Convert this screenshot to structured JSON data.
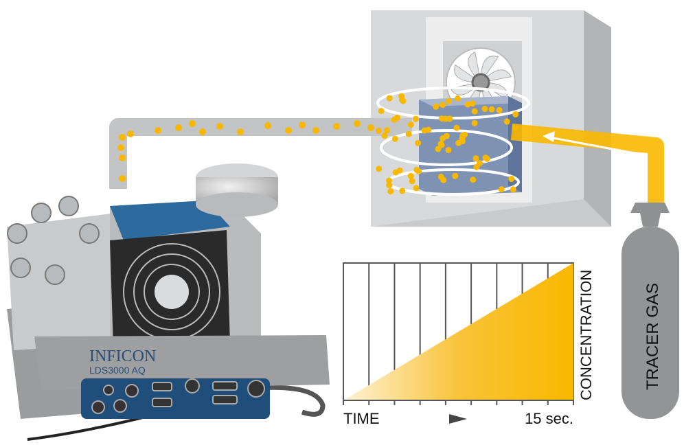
{
  "instrument": {
    "brand": "INFICON",
    "model": "LDS3000 AQ"
  },
  "gas_cylinder": {
    "label": "TRACER GAS"
  },
  "colors": {
    "tracer_yellow": "#F9B800",
    "enclosure_gray": "#D4D5D7",
    "test_part_blue": "#7E93B4",
    "instrument_blue": "#1F4E7A",
    "tube_gray": "#BFC0C2"
  },
  "chart_data": {
    "type": "area",
    "title": "",
    "xlabel": "TIME",
    "x_end_label": "15 sec.",
    "ylabel": "CONCENTRATION",
    "x": [
      0,
      15
    ],
    "y": [
      0,
      1
    ],
    "xlim": [
      0,
      15
    ],
    "ylim": [
      0,
      1
    ],
    "x_divisions": 9,
    "grid": true
  }
}
